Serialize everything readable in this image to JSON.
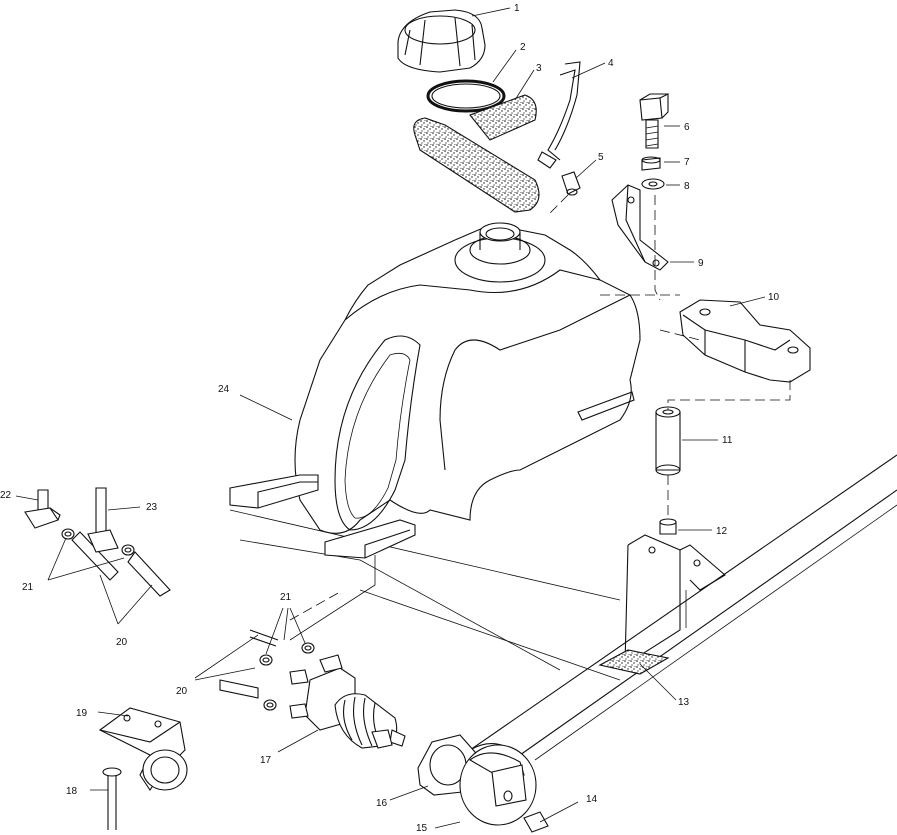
{
  "callouts": {
    "c1": "1",
    "c2": "2",
    "c3": "3",
    "c4": "4",
    "c5": "5",
    "c6": "6",
    "c7": "7",
    "c8": "8",
    "c9": "9",
    "c10": "10",
    "c11": "11",
    "c12": "12",
    "c13": "13",
    "c14": "14",
    "c15": "15",
    "c16": "16",
    "c17": "17",
    "c18": "18",
    "c19": "19",
    "c20a": "20",
    "c20b": "20",
    "c21a": "21",
    "c21b": "21",
    "c22": "22",
    "c23": "23",
    "c24": "24"
  }
}
